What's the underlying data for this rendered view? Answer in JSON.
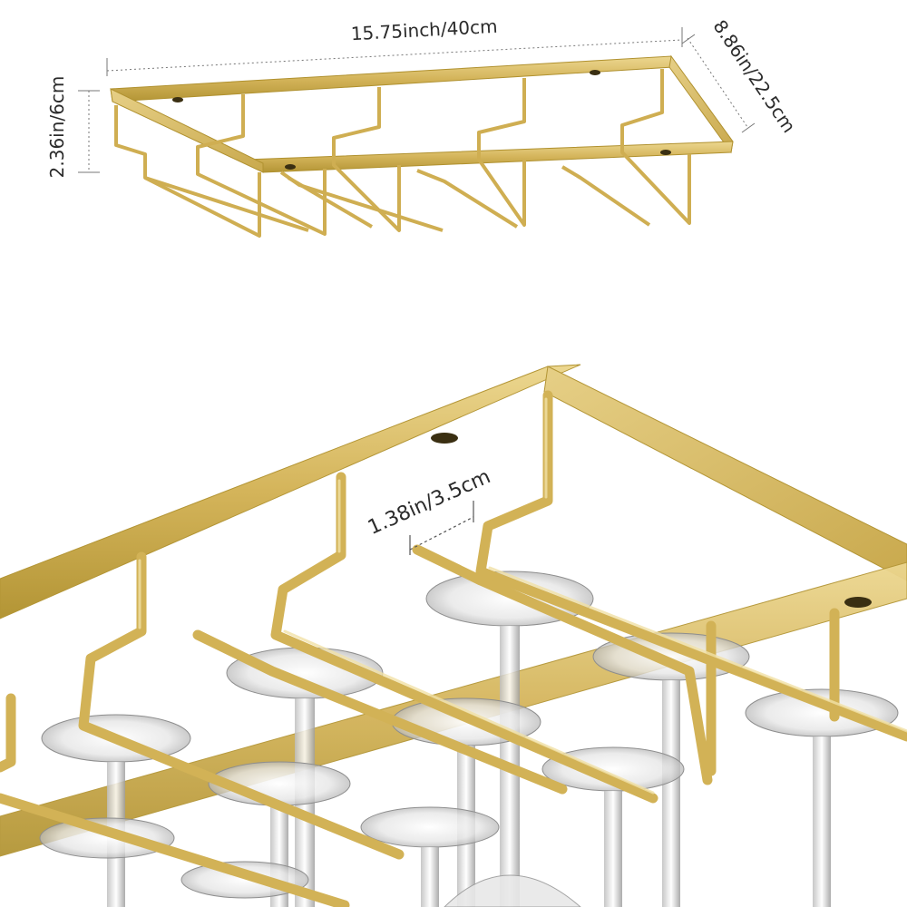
{
  "dimensions": {
    "width_label": "15.75inch/40cm",
    "depth_label": "8.86in/22.5cm",
    "height_label": "2.36in/6cm",
    "spacing_label": "1.38in/3.5cm"
  },
  "colors": {
    "gold": "#d4b45a",
    "gold_light": "#e9d38b",
    "gold_dark": "#a98a2e",
    "dim_line": "#666666"
  }
}
